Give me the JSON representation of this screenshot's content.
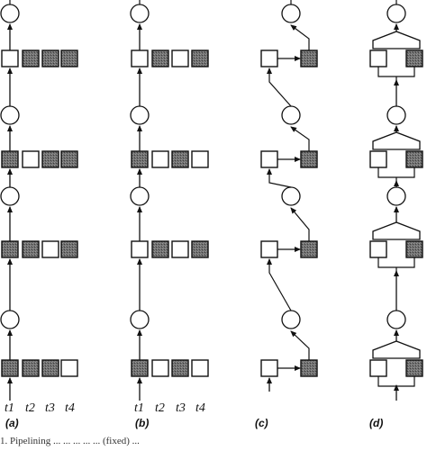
{
  "panels": [
    {
      "label": "(a)",
      "time_labels": [
        "t1",
        "t2",
        "t3",
        "t4"
      ]
    },
    {
      "label": "(b)",
      "time_labels": [
        "t1",
        "t2",
        "t3",
        "t4"
      ]
    },
    {
      "label": "(c)",
      "time_labels": []
    },
    {
      "label": "(d)",
      "time_labels": []
    }
  ],
  "caption": "1. Pipelining  ...  ...  ...  ...  ...  (fixed)  ...",
  "colors": {
    "filled": "#6f6f6f",
    "stroke": "#111111",
    "empty": "#ffffff"
  }
}
